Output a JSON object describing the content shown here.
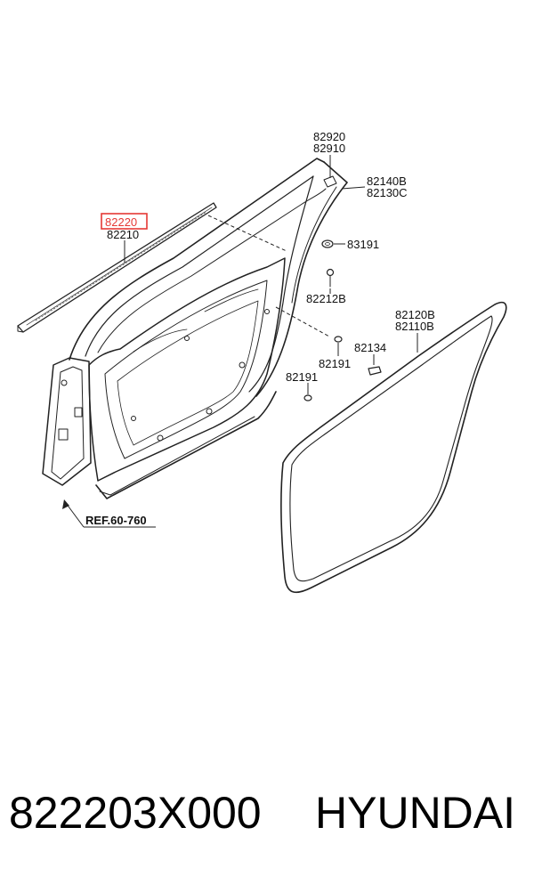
{
  "colors": {
    "highlight": "#e53935",
    "line": "#222222",
    "background": "#ffffff"
  },
  "labels": {
    "p82920": "82920",
    "p82910": "82910",
    "p82140B": "82140B",
    "p82130C": "82130C",
    "p82220": "82220",
    "p82210": "82210",
    "p83191": "83191",
    "p82212B": "82212B",
    "p82120B": "82120B",
    "p82110B": "82110B",
    "p82134": "82134",
    "p82191a": "82191",
    "p82191b": "82191",
    "ref": "REF.60-760"
  },
  "highlighted_part": "82220",
  "footer": {
    "part_number": "822203X000",
    "brand": "HYUNDAI"
  }
}
